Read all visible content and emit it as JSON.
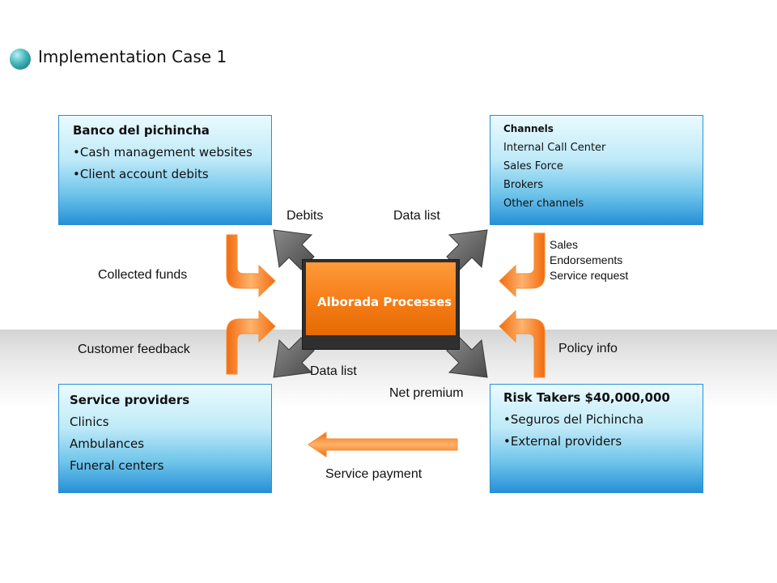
{
  "title": "Implementation Case 1",
  "center": {
    "label": "Alborada Processes"
  },
  "boxes": {
    "bank": {
      "heading": "Banco del pichincha",
      "items": [
        "•Cash management websites",
        "•Client account debits"
      ]
    },
    "channels": {
      "heading": "Channels",
      "items": [
        "Internal Call Center",
        "Sales Force",
        "Brokers",
        "Other channels"
      ]
    },
    "providers": {
      "heading": "Service providers",
      "items": [
        "Clinics",
        "Ambulances",
        "Funeral centers"
      ]
    },
    "risk": {
      "heading": "Risk Takers $40,000,000",
      "items": [
        "•Seguros del Pichincha",
        "•External providers"
      ]
    }
  },
  "flow_labels": {
    "debits": "Debits",
    "data_list_top": "Data list",
    "collected_funds": "Collected funds",
    "customer_feedback": "Customer feedback",
    "data_list_bottom": "Data list",
    "net_premium": "Net premium",
    "policy_info": "Policy info",
    "service_payment": "Service payment",
    "channel_inputs": [
      "Sales",
      "Endorsements",
      "Service request"
    ]
  },
  "colors": {
    "orange_arrow": "#f68c2e",
    "gray_arrow": "#6b6b6b",
    "box_border": "#2a8fd6",
    "center_fill": "#f37a13"
  }
}
